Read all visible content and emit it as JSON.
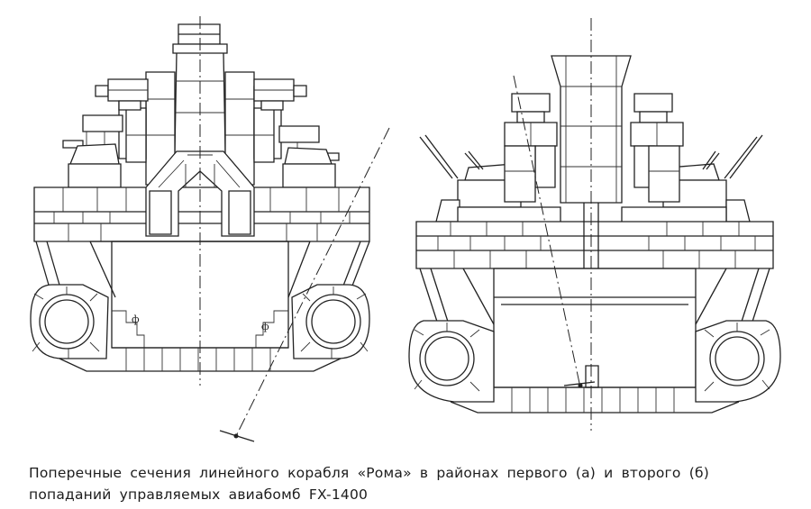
{
  "caption": {
    "line1": "Поперечные   сечения   линейного   корабля «Рома» в районах первого (а) и второго (б)",
    "line2": "попаданий  управляемых  авиабомб  FX-1400"
  },
  "markers": {
    "phi": "ф"
  },
  "colors": {
    "ink": "#222222",
    "paper": "#ffffff"
  }
}
